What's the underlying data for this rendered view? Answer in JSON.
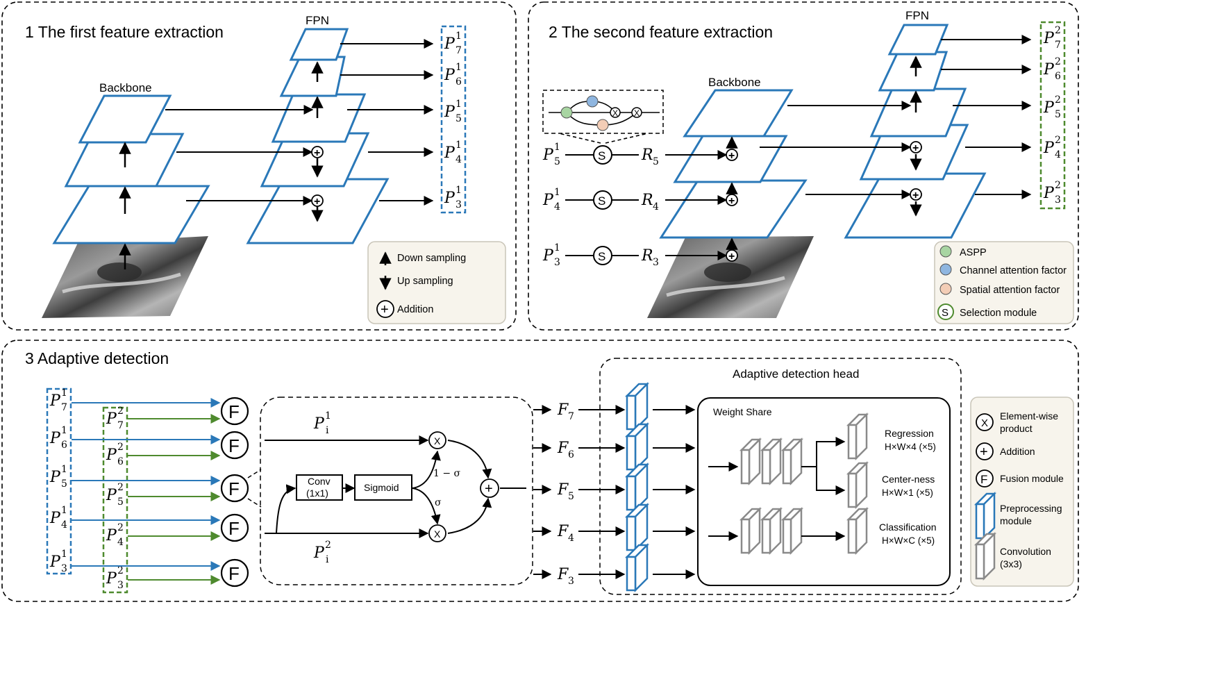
{
  "panels": {
    "p1_title": "1  The first feature extraction",
    "p2_title": "2  The second feature extraction",
    "p3_title": "3  Adaptive detection"
  },
  "labels": {
    "backbone": "Backbone",
    "fpn": "FPN",
    "adaptive_head": "Adaptive detection head",
    "weight_share": "Weight Share",
    "conv": "Conv",
    "conv_sub": "(1x1)",
    "sigmoid": "Sigmoid",
    "one_minus_sigma": "1 − σ",
    "sigma": "σ",
    "regression": "Regression",
    "regression_dim": "H×W×4 (×5)",
    "centerness": "Center-ness",
    "centerness_dim": "H×W×1 (×5)",
    "classification": "Classification",
    "classification_dim": "H×W×C (×5)"
  },
  "symbols": {
    "P": "P",
    "R": "R",
    "F": "F",
    "i": "i",
    "S": "S",
    "X": "X",
    "x": "x",
    "plus": "+"
  },
  "levels": [
    "7",
    "6",
    "5",
    "4",
    "3"
  ],
  "selection_levels": [
    "5",
    "4",
    "3"
  ],
  "sup1": "1",
  "sup2": "2",
  "legend1": {
    "down": "Down sampling",
    "up": "Up sampling",
    "add": "Addition"
  },
  "legend2": {
    "aspp": "ASPP",
    "channel": "Channel attention factor",
    "spatial": "Spatial attention factor",
    "selection": "Selection module"
  },
  "legend3": {
    "elementwise_1": "Element-wise",
    "elementwise_2": "product",
    "addition": "Addition",
    "fusion": "Fusion module",
    "preproc_1": "Preprocessing",
    "preproc_2": "module",
    "conv_1": "Convolution",
    "conv_2": "(3x3)"
  },
  "colors": {
    "blue": "#2a78b8",
    "green": "#4e8a2e",
    "gray": "#8a8a8a",
    "legend_bg": "#f7f4ec",
    "aspp": "#a8d5a2",
    "channel": "#8fb6e0",
    "spatial": "#f3cdb6"
  }
}
